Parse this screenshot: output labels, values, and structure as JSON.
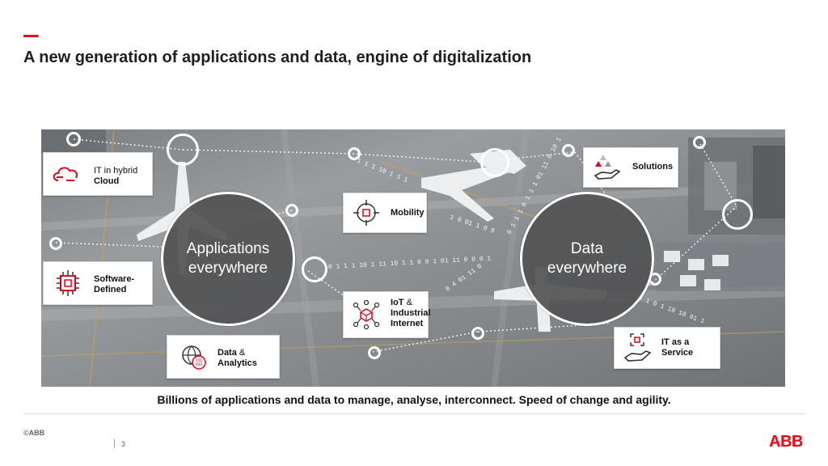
{
  "slide": {
    "title": "A new generation of applications and data, engine of digitalization",
    "caption": "Billions of applications and data to manage, analyse, interconnect. Speed of change and agility.",
    "copyright": "©ABB",
    "page_number": "3",
    "logo_text": "ABB",
    "accent_color": "#ff000f"
  },
  "hubs": {
    "applications": {
      "line1": "Applications",
      "line2": "everywhere"
    },
    "data": {
      "line1": "Data",
      "line2": "everywhere"
    }
  },
  "cards": {
    "it_hybrid_cloud": {
      "line1": "IT in hybrid",
      "line2": "Cloud",
      "icon": "cloud-icon"
    },
    "software_defined": {
      "line1": "Software-",
      "line2": "Defined",
      "icon": "chip-icon"
    },
    "data_analytics": {
      "line1": "Data",
      "amp": "&",
      "line2": "Analytics",
      "icon": "globe-data-icon"
    },
    "mobility": {
      "line1": "Mobility",
      "icon": "crosshair-icon"
    },
    "iot": {
      "line1": "IoT",
      "amp": "&",
      "line2": "Industrial",
      "line3": "Internet",
      "icon": "cube-network-icon"
    },
    "solutions": {
      "line1": "Solutions",
      "icon": "hand-triangles-icon"
    },
    "it_service": {
      "line1": "IT as a",
      "line2": "Service",
      "icon": "hand-service-icon"
    }
  },
  "binary_streams": [
    "1 1 1 10 1 1 1",
    "0 1 1 1 10 1  11 10 1 1 0 0 1 01 11 0 0 0 1",
    "1 0 01 1 0 0",
    "0 1 1 1 0 1 1 1 01 11 0 10 1",
    "0 1 0 1 10 10 01 1",
    "0 4 01 11 0"
  ]
}
